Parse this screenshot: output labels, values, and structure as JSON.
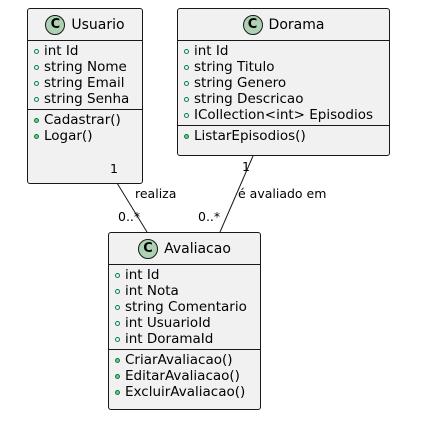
{
  "classes": {
    "usuario": {
      "badge": "C",
      "name": "Usuario",
      "attributes": [
        "int Id",
        "string Nome",
        "string Email",
        "string Senha"
      ],
      "methods": [
        "Cadastrar()",
        "Logar()"
      ]
    },
    "dorama": {
      "badge": "C",
      "name": "Dorama",
      "attributes": [
        "int Id",
        "string Titulo",
        "string Genero",
        "string Descricao",
        "ICollection<int> Episodios"
      ],
      "methods": [
        "ListarEpisodios()"
      ]
    },
    "avaliacao": {
      "badge": "C",
      "name": "Avaliacao",
      "attributes": [
        "int Id",
        "int Nota",
        "string Comentario",
        "int UsuarioId",
        "int DoramaId"
      ],
      "methods": [
        "CriarAvaliacao()",
        "EditarAvaliacao()",
        "ExcluirAvaliacao()"
      ]
    }
  },
  "relations": {
    "usuario_avaliacao": {
      "label": "realiza",
      "source_multiplicity": "1",
      "target_multiplicity": "0..*"
    },
    "dorama_avaliacao": {
      "label": "é avaliado em",
      "source_multiplicity": "1",
      "target_multiplicity": "0..*"
    }
  },
  "colors": {
    "badge": "#add1b2",
    "box_fill": "#f1f1f1",
    "border": "#181818",
    "visibility_fill": "#84be84",
    "visibility_stroke": "#038048"
  }
}
